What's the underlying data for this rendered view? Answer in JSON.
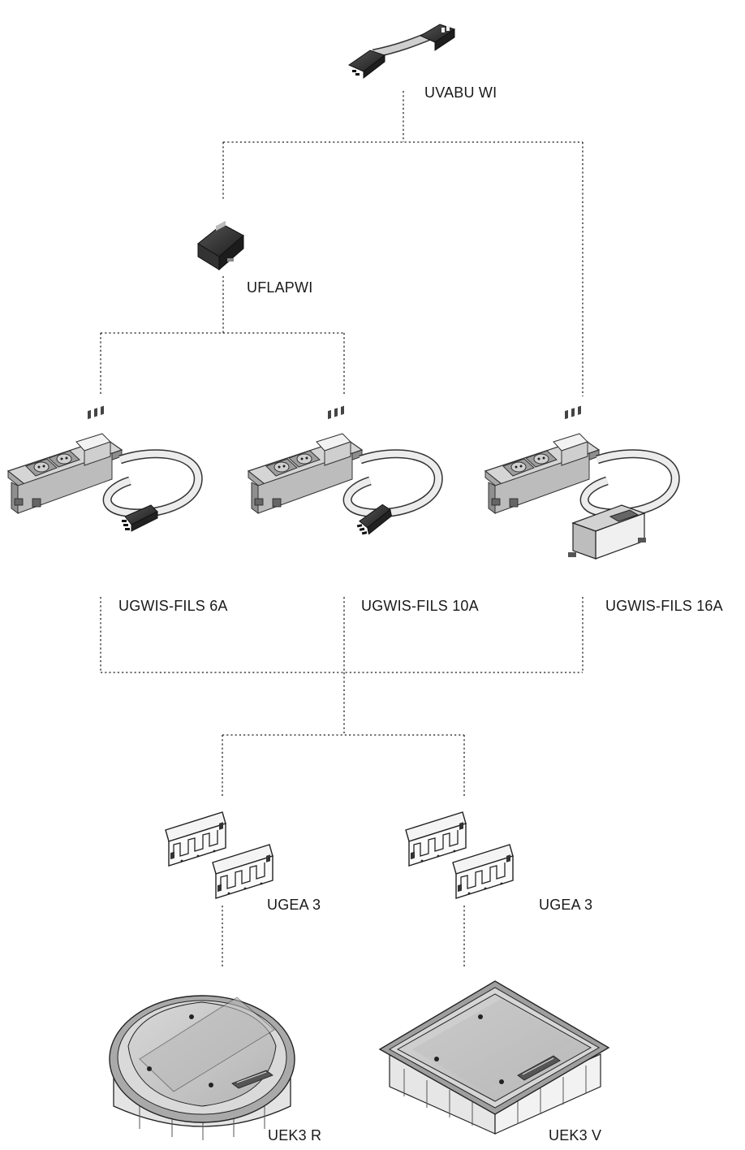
{
  "products": {
    "uvabu": {
      "name": "UVABU WI",
      "icon": "cable-connector-icon"
    },
    "uflap": {
      "name": "UFLAPWI",
      "icon": "junction-box-icon"
    },
    "ugwis6": {
      "name": "UGWIS-FILS 6A",
      "icon": "socket-module-with-cable-icon"
    },
    "ugwis10": {
      "name": "UGWIS-FILS 10A",
      "icon": "socket-module-with-cable-icon"
    },
    "ugwis16": {
      "name": "UGWIS-FILS 16A",
      "icon": "socket-module-with-cable-box-icon"
    },
    "ugea_left": {
      "name": "UGEA 3",
      "icon": "mounting-brackets-icon"
    },
    "ugea_right": {
      "name": "UGEA 3",
      "icon": "mounting-brackets-icon"
    },
    "uek3r": {
      "name": "UEK3 R",
      "icon": "round-floor-box-icon"
    },
    "uek3v": {
      "name": "UEK3 V",
      "icon": "square-floor-box-icon"
    }
  },
  "colors": {
    "line": "#222222",
    "metal": "#9a9a9a",
    "dark": "#2b2b2b",
    "face": "#c9c9c9"
  }
}
